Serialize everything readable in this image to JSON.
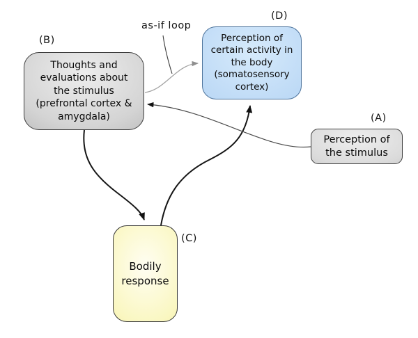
{
  "diagram": {
    "background": "#ffffff",
    "nodes": {
      "B": {
        "id_label": "(B)",
        "text": "Thoughts and\nevaluations about\nthe stimulus\n(prefrontal cortex &\namygdala)",
        "fill_center": "#ededed",
        "fill_edge": "#9b9b9b",
        "border": "#3c3c3c"
      },
      "D": {
        "id_label": "(D)",
        "text": "Perception of\ncertain activity in\nthe body\n(somatosensory\ncortex)",
        "fill_center": "#d6eafb",
        "fill_edge": "#a4ccf0",
        "border": "#4e749c"
      },
      "A": {
        "id_label": "(A)",
        "text": "Perception of\nthe stimulus",
        "fill_center": "#eeeeee",
        "fill_edge": "#a4a4a4",
        "border": "#3c3c3c"
      },
      "C": {
        "id_label": "(C)",
        "text": "Bodily\nresponse",
        "fill_center": "#fffef2",
        "fill_edge": "#f0ed8c",
        "border": "#3a3a3a"
      }
    },
    "annotations": {
      "as_if_loop": "as-if loop"
    },
    "edges": [
      {
        "from": "B",
        "to": "C",
        "style": "solid",
        "color": "#151515",
        "arrowhead": "black"
      },
      {
        "from": "C",
        "to": "D",
        "style": "solid",
        "color": "#151515",
        "arrowhead": "black"
      },
      {
        "from": "A",
        "to": "B",
        "style": "thin",
        "color": "#4a4a4a",
        "arrowhead": "black"
      },
      {
        "from": "B",
        "to": "D",
        "style": "thin",
        "color": "#a3a3a3",
        "arrowhead": "gray",
        "label": "as-if loop"
      }
    ]
  }
}
